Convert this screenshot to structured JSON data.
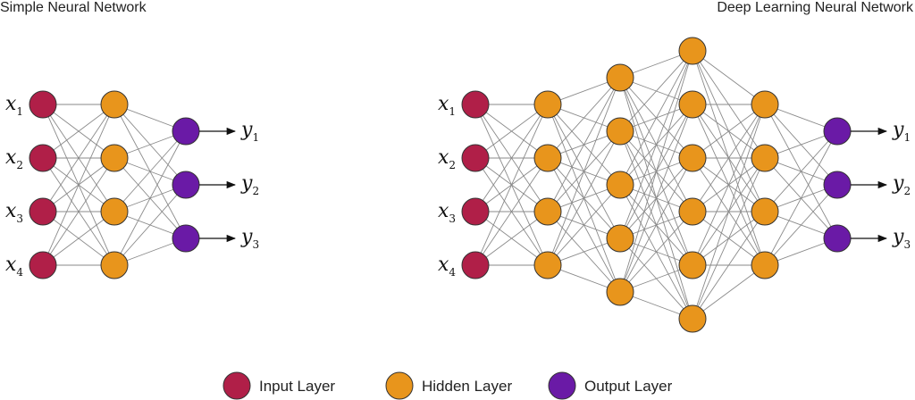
{
  "colors": {
    "input": "#b01f48",
    "hidden": "#e8951c",
    "output": "#6a1aa6",
    "edge": "#8a8a8a",
    "stroke": "#333333"
  },
  "networks": [
    {
      "title": "Simple Neural Network",
      "layers": [
        4,
        4,
        3
      ],
      "inputs": [
        {
          "v": "x",
          "s": "1"
        },
        {
          "v": "x",
          "s": "2"
        },
        {
          "v": "x",
          "s": "3"
        },
        {
          "v": "x",
          "s": "4"
        }
      ],
      "outputs": [
        {
          "v": "y",
          "s": "1"
        },
        {
          "v": "y",
          "s": "2"
        },
        {
          "v": "y",
          "s": "3"
        }
      ]
    },
    {
      "title": "Deep Learning Neural Network",
      "layers": [
        4,
        4,
        5,
        6,
        4,
        3
      ],
      "inputs": [
        {
          "v": "x",
          "s": "1"
        },
        {
          "v": "x",
          "s": "2"
        },
        {
          "v": "x",
          "s": "3"
        },
        {
          "v": "x",
          "s": "4"
        }
      ],
      "outputs": [
        {
          "v": "y",
          "s": "1"
        },
        {
          "v": "y",
          "s": "2"
        },
        {
          "v": "y",
          "s": "3"
        }
      ]
    }
  ],
  "legend": [
    {
      "label": "Input Layer",
      "type": "input"
    },
    {
      "label": "Hidden Layer",
      "type": "hidden"
    },
    {
      "label": "Output Layer",
      "type": "output"
    }
  ]
}
